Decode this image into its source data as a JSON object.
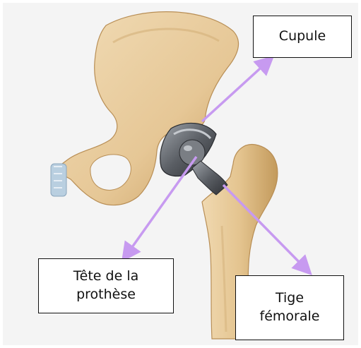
{
  "labels": {
    "cupule": "Cupule",
    "tete": "Tête de la\nprothèse",
    "tige": "Tige\nfémorale"
  },
  "colors": {
    "background": "#f4f4f4",
    "bone": "#e8cfa4",
    "bone_shadow": "#c9a56c",
    "implant": "#5a5d62",
    "arrow": "#c79af0",
    "box_border": "#111111"
  },
  "icons": {
    "pelvis": "pelvis-illustration",
    "femur": "femur-illustration",
    "implant": "hip-prosthesis-illustration"
  }
}
